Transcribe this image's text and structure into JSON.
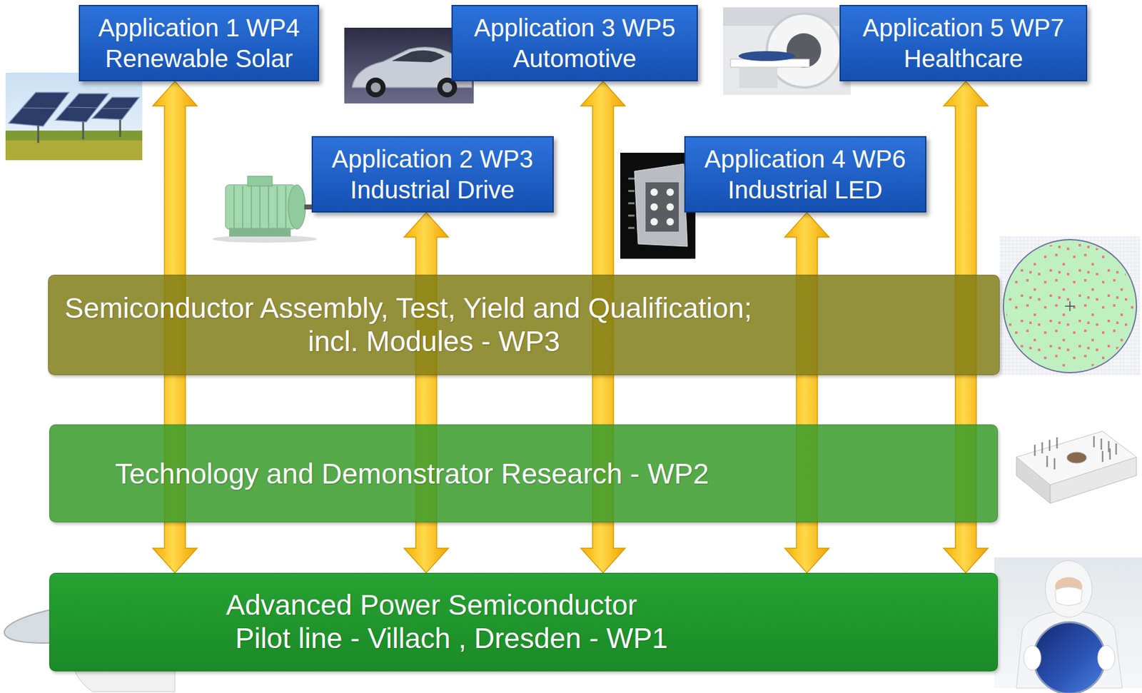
{
  "diagram": {
    "nodes": [
      {
        "text": [
          "Application 1 WP4",
          "Renewable Solar"
        ]
      },
      {
        "text": [
          "Application 3 WP5",
          "Automotive"
        ]
      },
      {
        "text": [
          "Application 5 WP7",
          "Healthcare"
        ]
      },
      {
        "text": [
          "Application 2 WP3",
          "Industrial Drive"
        ]
      },
      {
        "text": [
          "Application 4 WP6",
          "Industrial LED"
        ]
      },
      {
        "text": [
          "Semiconductor Assembly, Test, Yield and Qualification;",
          "incl. Modules - WP3"
        ]
      },
      {
        "text": [
          "Technology and Demonstrator Research - WP2"
        ]
      },
      {
        "text": [
          "Advanced Power Semiconductor",
          "Pilot line - Villach , Dresden - WP1"
        ]
      }
    ],
    "edges": [
      {
        "from": 0,
        "to": 7,
        "arrow": "both"
      },
      {
        "from": 1,
        "to": 7,
        "arrow": "both"
      },
      {
        "from": 2,
        "to": 7,
        "arrow": "both"
      },
      {
        "from": 3,
        "to": 7,
        "arrow": "both"
      },
      {
        "from": 4,
        "to": 7,
        "arrow": "both"
      }
    ]
  }
}
